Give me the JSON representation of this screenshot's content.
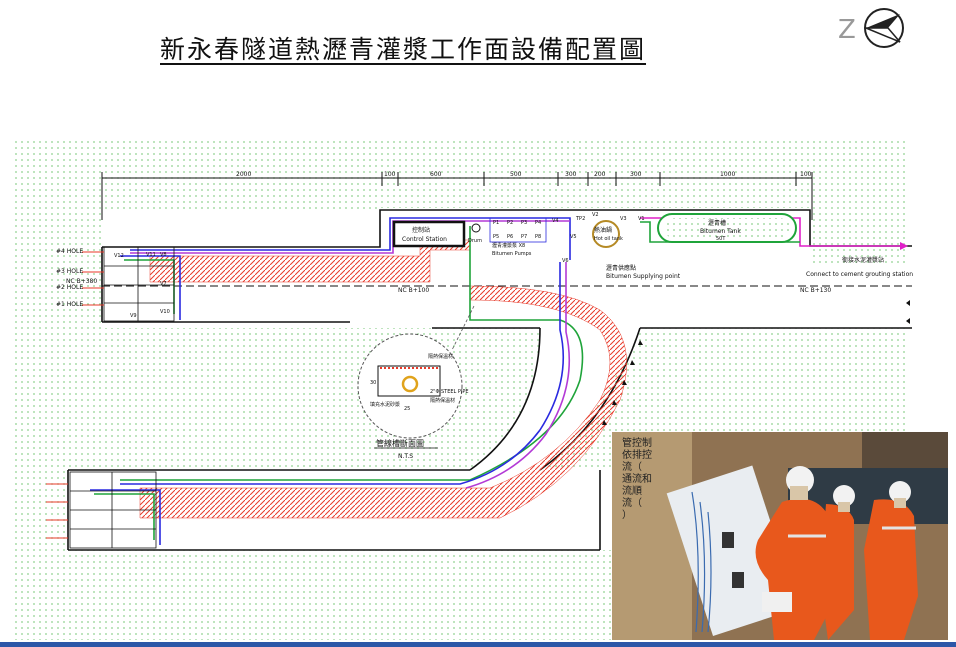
{
  "title": "新永春隧道熱瀝青灌漿工作面設備配置圖",
  "north_arrow": {
    "letter": "Z",
    "icon": "north-arrow-icon"
  },
  "dimensions": [
    "2000",
    "100",
    "600",
    "500",
    "300",
    "200",
    "300",
    "1000",
    "100"
  ],
  "holes": {
    "h4": "#4 HOLE",
    "h3": "#3 HOLE",
    "nc_top": "NC B+380",
    "h2": "#2 HOLE",
    "h1": "#1 HOLE"
  },
  "valves": {
    "v12": "V12",
    "v11": "V11",
    "v8": "V8",
    "v7": "V7",
    "v10": "V10",
    "v9": "V9",
    "v4": "V4",
    "v3": "V3",
    "v2": "V2",
    "v1": "V1",
    "v5": "V5",
    "v6": "V6",
    "tp2": "TP2"
  },
  "pumps": [
    "P1",
    "P2",
    "P3",
    "P4",
    "P5",
    "P6",
    "P7",
    "P8"
  ],
  "control_station": {
    "zh": "控制站",
    "en": "Control  Station"
  },
  "drum": "Drum",
  "pumps_label": {
    "zh": "瀝青灌漿泵 X8",
    "en": "Bitumen Pumps"
  },
  "hot_oil_tank": {
    "zh": "熱油鍋",
    "en": "Hot oil tank"
  },
  "bitumen_tank": {
    "zh": "瀝青槽",
    "en": "Bitumen Tank",
    "note": "50T"
  },
  "supply_point": {
    "zh": "瀝青供應點",
    "en": "Bitumen Supplying point"
  },
  "cement_station": {
    "zh": "銜接水泥灌漿站",
    "en": "Connect to cement grouting station"
  },
  "chainages": {
    "a": "NC B+100",
    "b": "NC B+130"
  },
  "detail": {
    "insulation_top": "隔熱保溫材",
    "pipe": "2\"Φ STEEL PIPE",
    "insulation_bottom": "隔熱保溫材",
    "cement_sand": "填充水泥砂漿",
    "dim_30": "30",
    "dim_25": "25",
    "caption": "管線槽斷面圖",
    "scale": "N.T.S"
  },
  "photo": {
    "wall_writing": "管控制\n依排控\n流（\n通流和\n流順\n流（\n）",
    "colors": {
      "coverall": "#e8581c",
      "helmet": "#f2f2f2",
      "panel": "#e9edf1",
      "wall": "#9c7d58"
    }
  },
  "colors": {
    "hatch": "#e83a2a",
    "blue": "#2a2ae0",
    "green": "#1fa43a",
    "purple": "#b33ad6",
    "magenta": "#e020c8",
    "dots": "#8fd08f",
    "accent": "#2c56a8"
  }
}
